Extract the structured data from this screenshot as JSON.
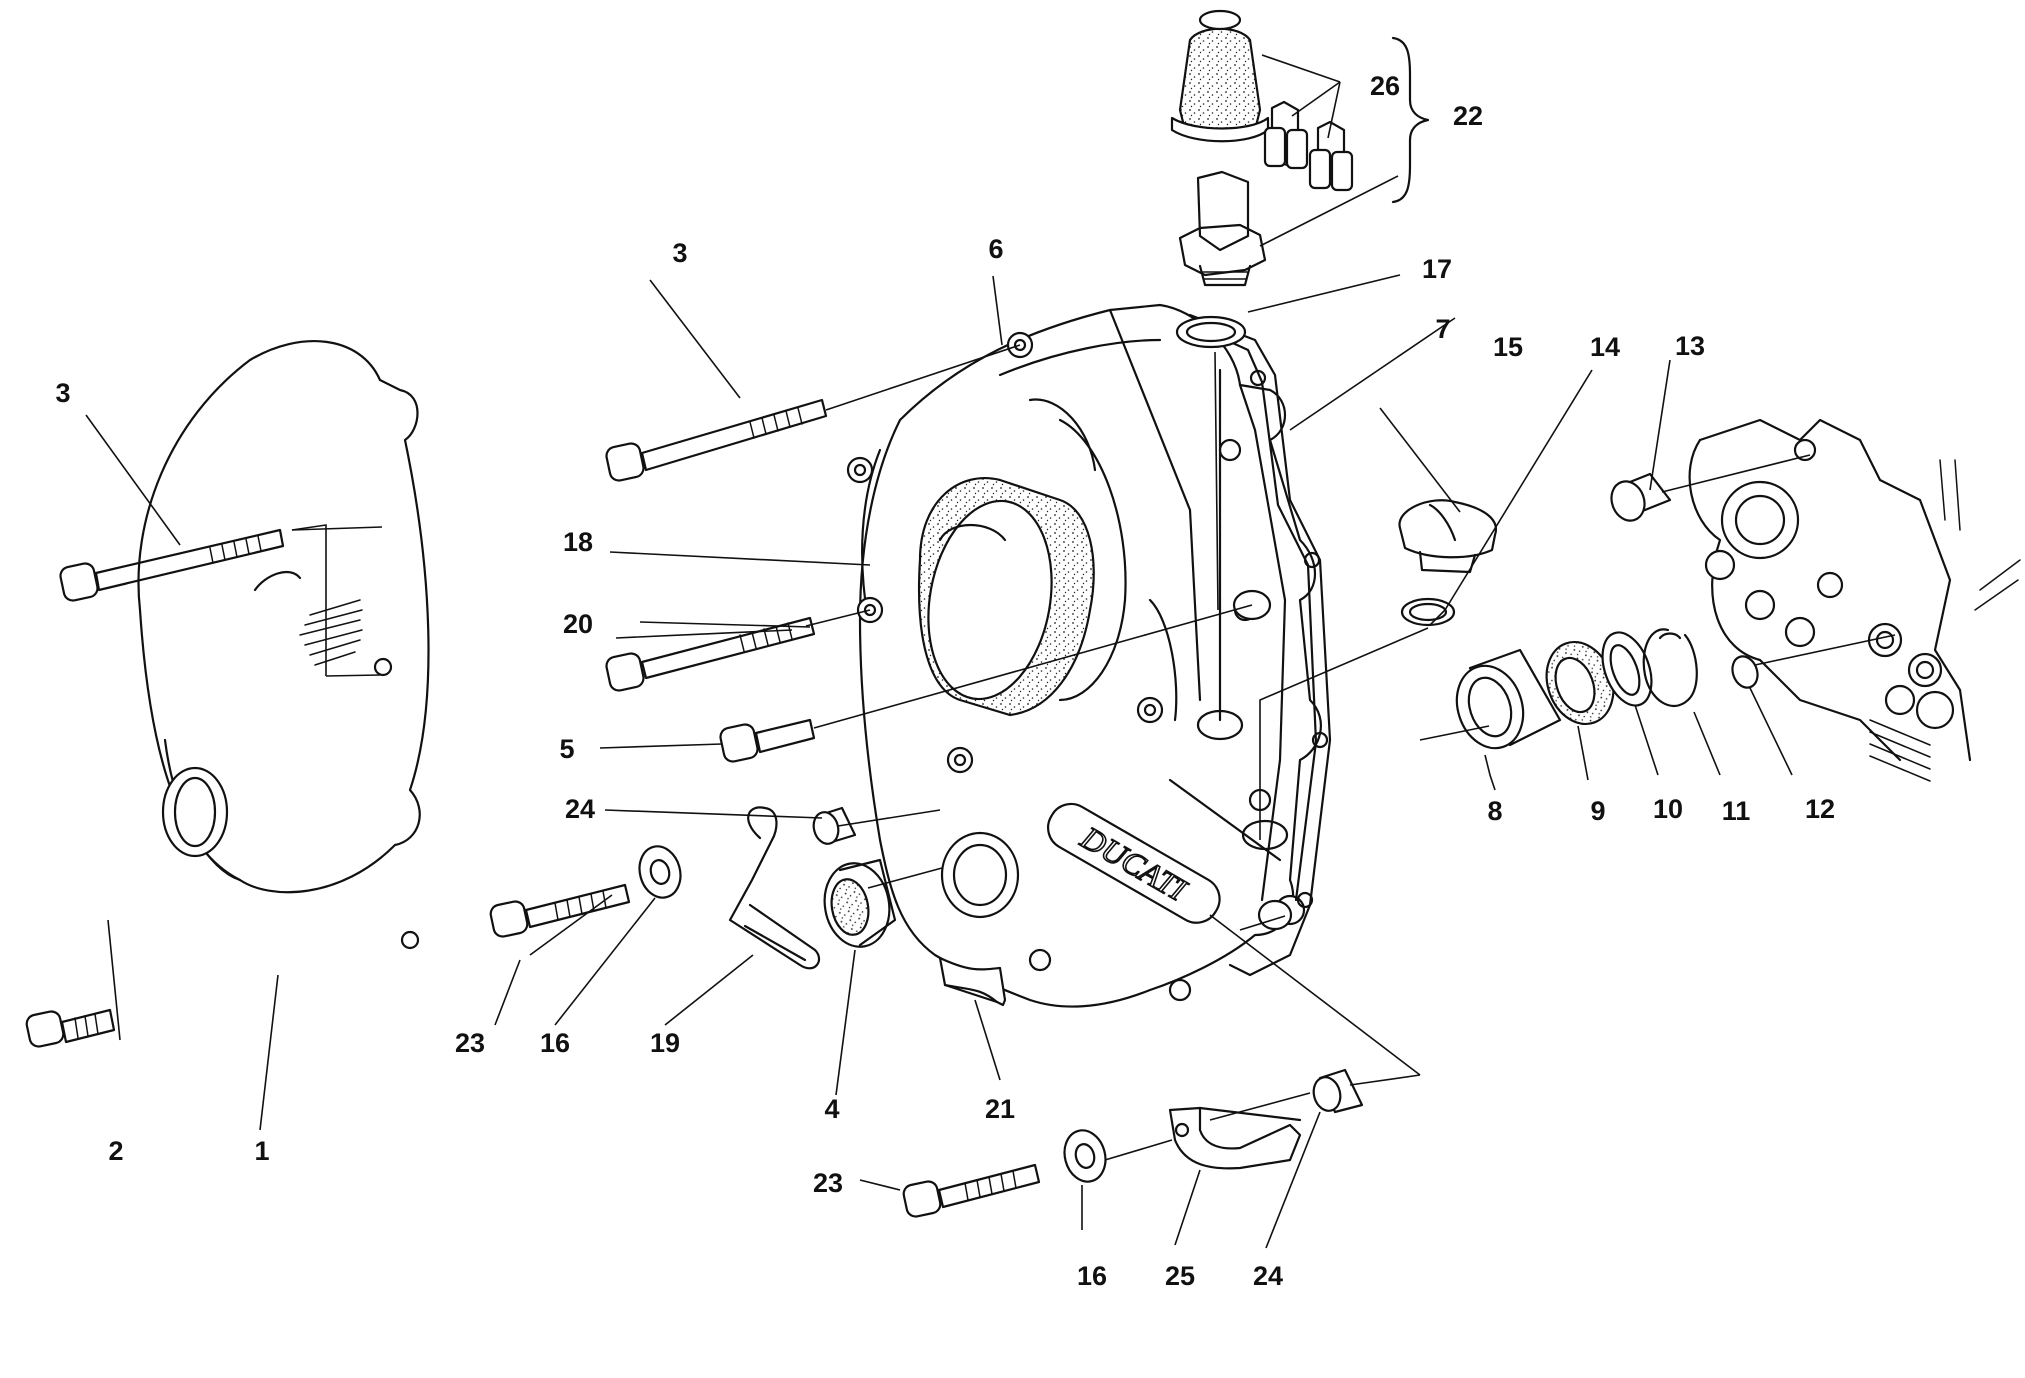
{
  "callouts": [
    {
      "id": "c1",
      "label": "1"
    },
    {
      "id": "c2",
      "label": "2"
    },
    {
      "id": "c3a",
      "label": "3"
    },
    {
      "id": "c3b",
      "label": "3"
    },
    {
      "id": "c4",
      "label": "4"
    },
    {
      "id": "c5",
      "label": "5"
    },
    {
      "id": "c6",
      "label": "6"
    },
    {
      "id": "c7",
      "label": "7"
    },
    {
      "id": "c8",
      "label": "8"
    },
    {
      "id": "c9",
      "label": "9"
    },
    {
      "id": "c10",
      "label": "10"
    },
    {
      "id": "c11",
      "label": "11"
    },
    {
      "id": "c12",
      "label": "12"
    },
    {
      "id": "c13",
      "label": "13"
    },
    {
      "id": "c14",
      "label": "14"
    },
    {
      "id": "c15",
      "label": "15"
    },
    {
      "id": "c16a",
      "label": "16"
    },
    {
      "id": "c16b",
      "label": "16"
    },
    {
      "id": "c17",
      "label": "17"
    },
    {
      "id": "c18",
      "label": "18"
    },
    {
      "id": "c19",
      "label": "19"
    },
    {
      "id": "c20",
      "label": "20"
    },
    {
      "id": "c21",
      "label": "21"
    },
    {
      "id": "c22",
      "label": "22"
    },
    {
      "id": "c23a",
      "label": "23"
    },
    {
      "id": "c23b",
      "label": "23"
    },
    {
      "id": "c24a",
      "label": "24"
    },
    {
      "id": "c24b",
      "label": "24"
    },
    {
      "id": "c25",
      "label": "25"
    },
    {
      "id": "c26",
      "label": "26"
    }
  ],
  "brand_text": "DUCATI"
}
